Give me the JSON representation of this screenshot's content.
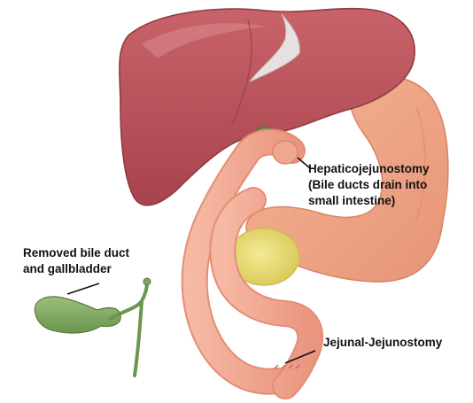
{
  "labels": {
    "hepaticojejunostomy": {
      "line1": "Hepaticojejunostomy",
      "line2": "(Bile ducts drain into",
      "line3": "small intestine)"
    },
    "removed": {
      "line1": "Removed bile duct",
      "line2": "and gallbladder"
    },
    "jejunal": {
      "line1": "Jejunal-Jejunostomy"
    }
  },
  "colors": {
    "liver": "#b9525a",
    "liver_highlight": "#d57a7f",
    "stomach": "#eea382",
    "intestine": "#f1a58e",
    "gallbladder": "#7fa560",
    "pancreas": "#e7dc6e",
    "ligament": "#e3dddc"
  }
}
